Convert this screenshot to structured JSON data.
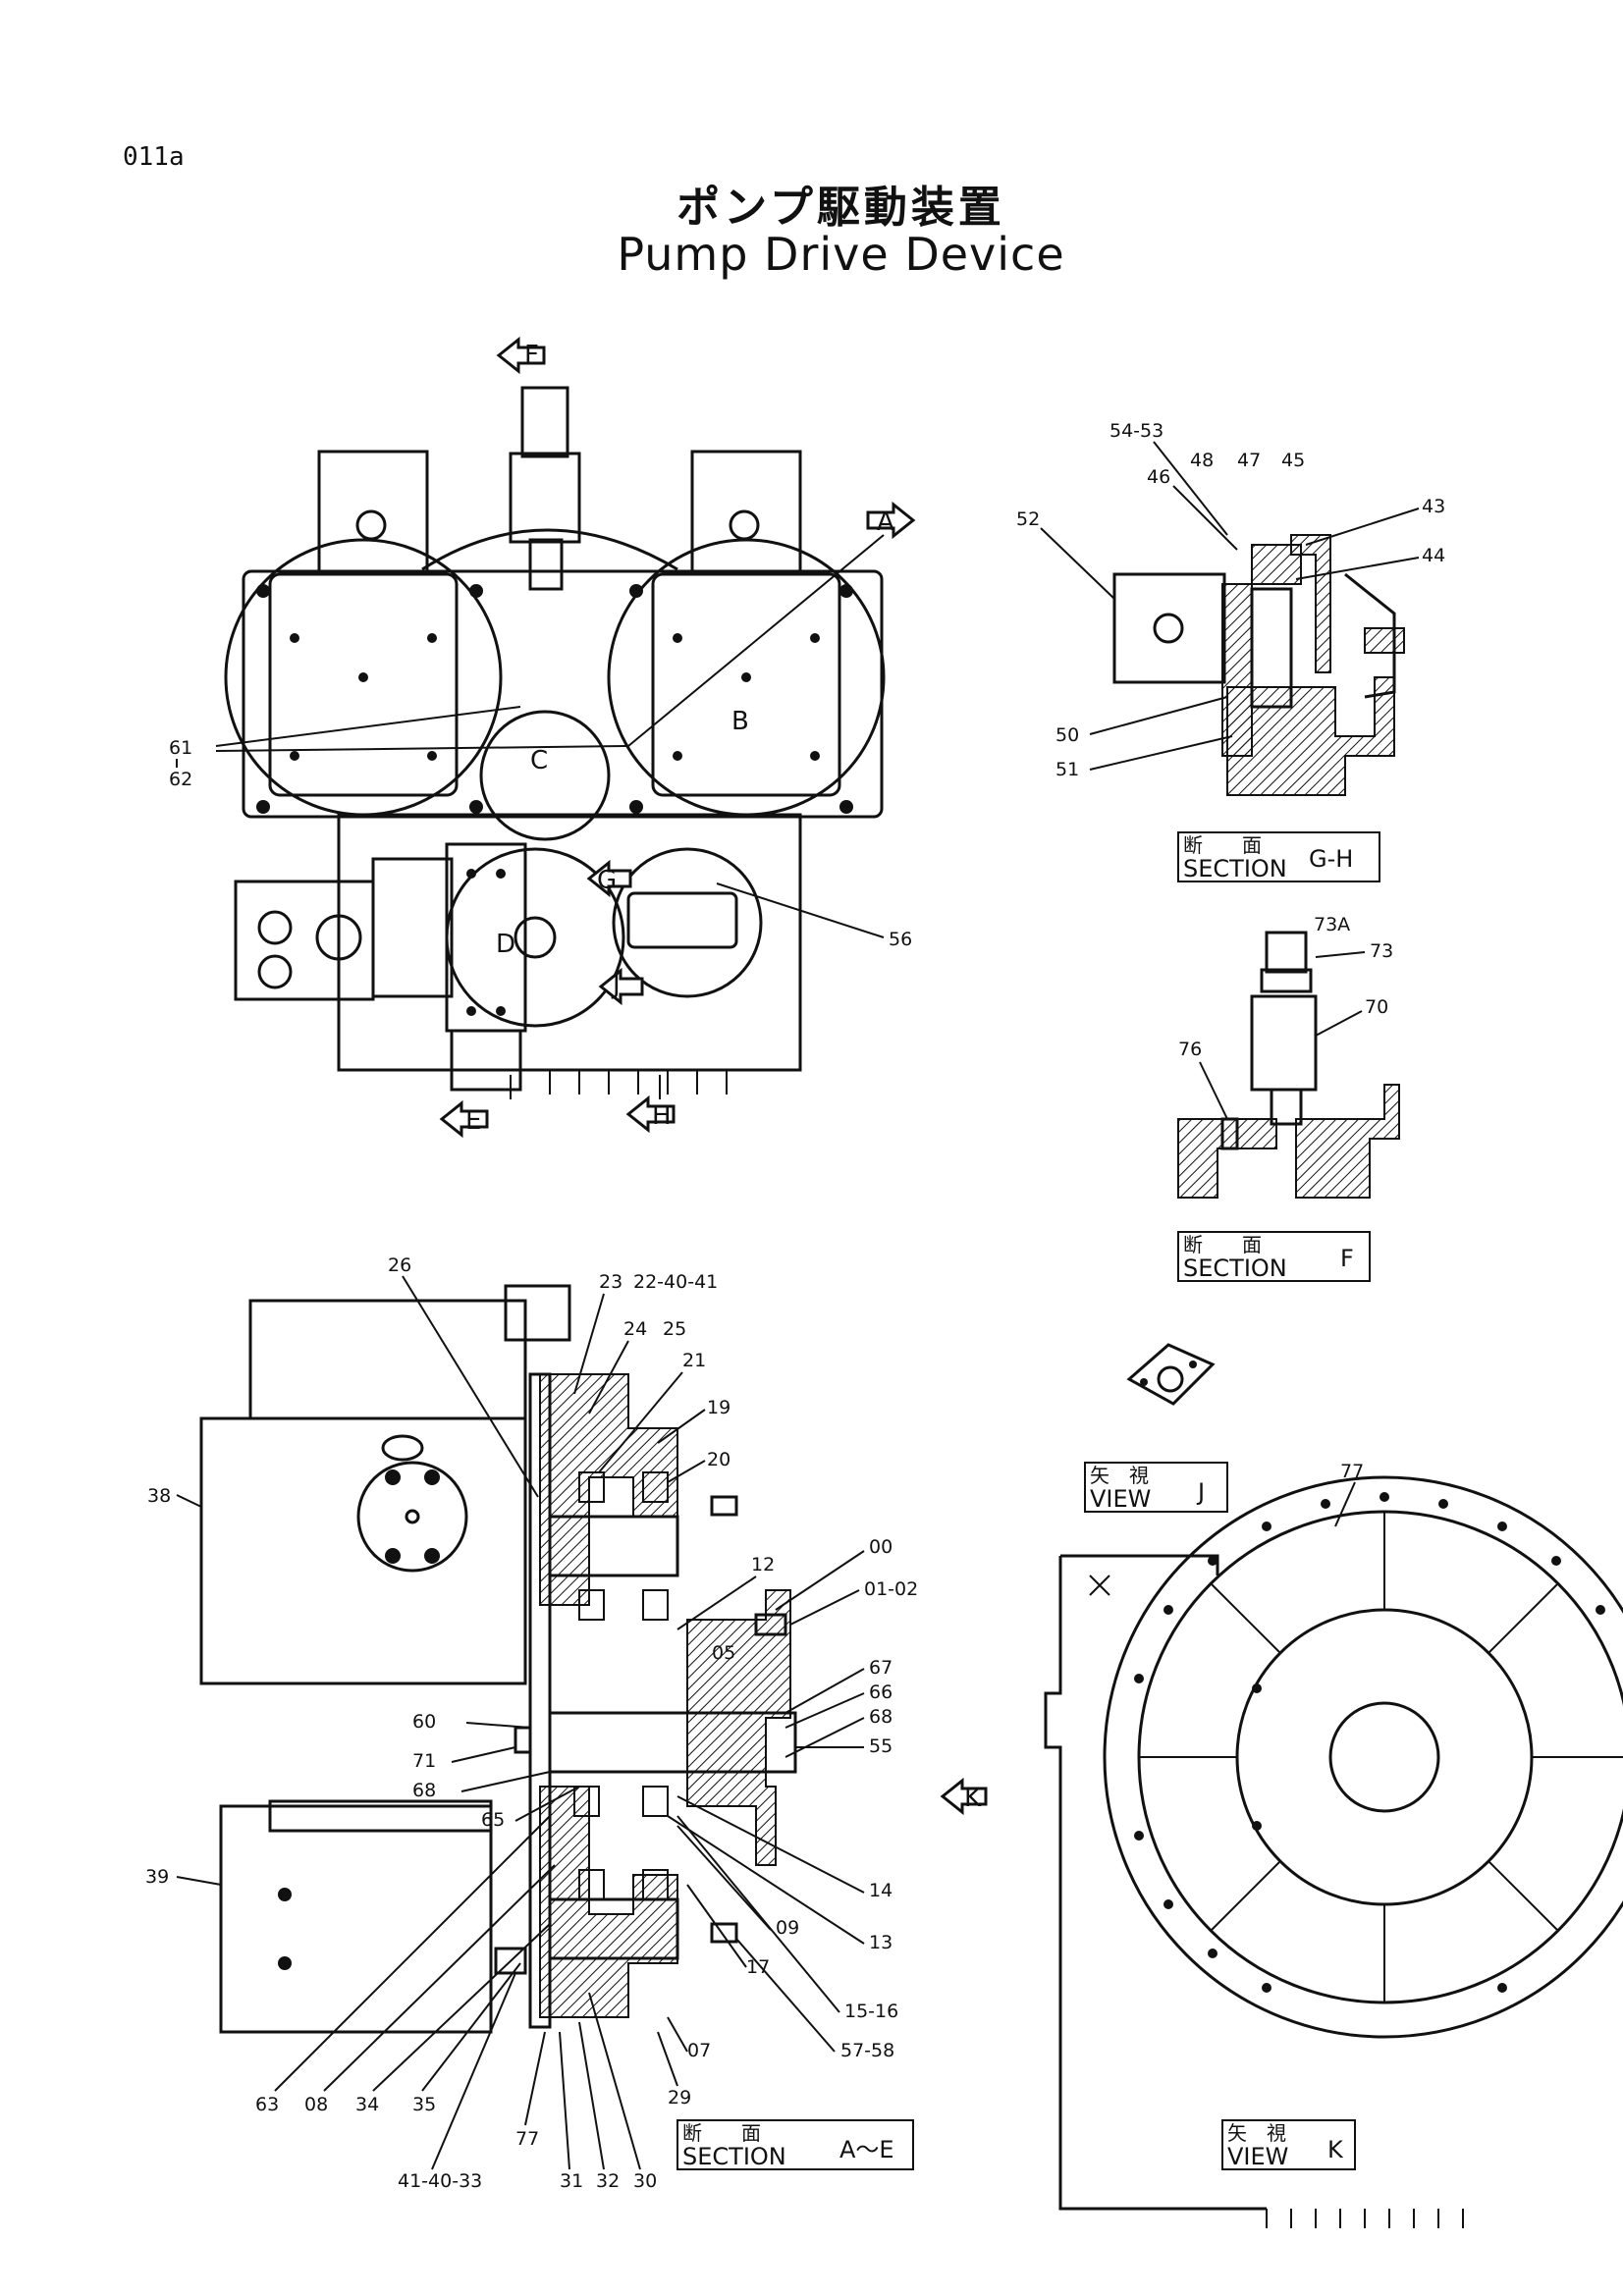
{
  "header": {
    "page_code": "011a",
    "title_jp": "ポンプ駆動装置",
    "title_en": "Pump Drive Device"
  },
  "views": {
    "section_gh": {
      "jp": "断　　面",
      "label": "SECTION",
      "suffix": "G-H"
    },
    "section_f": {
      "jp": "断　　面",
      "label": "SECTION",
      "suffix": "F"
    },
    "view_j": {
      "jp": "矢　視",
      "label": "VIEW",
      "suffix": "J"
    },
    "view_k": {
      "jp": "矢　視",
      "label": "VIEW",
      "suffix": "K"
    },
    "section_ae": {
      "jp": "断　　面",
      "label": "SECTION",
      "suffix": "A～E"
    }
  },
  "arrows": {
    "a": "A",
    "b": "B",
    "c": "C",
    "d": "D",
    "e": "E",
    "f": "F",
    "g": "G",
    "h": "H",
    "j": "J",
    "k": "K"
  },
  "callouts": {
    "top": [
      "61",
      "62",
      "56"
    ],
    "gh": [
      "54-53",
      "48",
      "47",
      "45",
      "46",
      "52",
      "43",
      "44",
      "50",
      "51"
    ],
    "f": [
      "73A",
      "73",
      "70",
      "76"
    ],
    "k": [
      "77"
    ],
    "ae": [
      "26",
      "23",
      "22-40-41",
      "24",
      "25",
      "21",
      "19",
      "20",
      "38",
      "12",
      "00",
      "01-02",
      "05",
      "67",
      "66",
      "68",
      "55",
      "60",
      "71",
      "68",
      "65",
      "39",
      "14",
      "09",
      "13",
      "17",
      "15-16",
      "57-58",
      "07",
      "29",
      "63",
      "08",
      "34",
      "35",
      "77",
      "41-40-33",
      "31",
      "32",
      "30"
    ]
  }
}
